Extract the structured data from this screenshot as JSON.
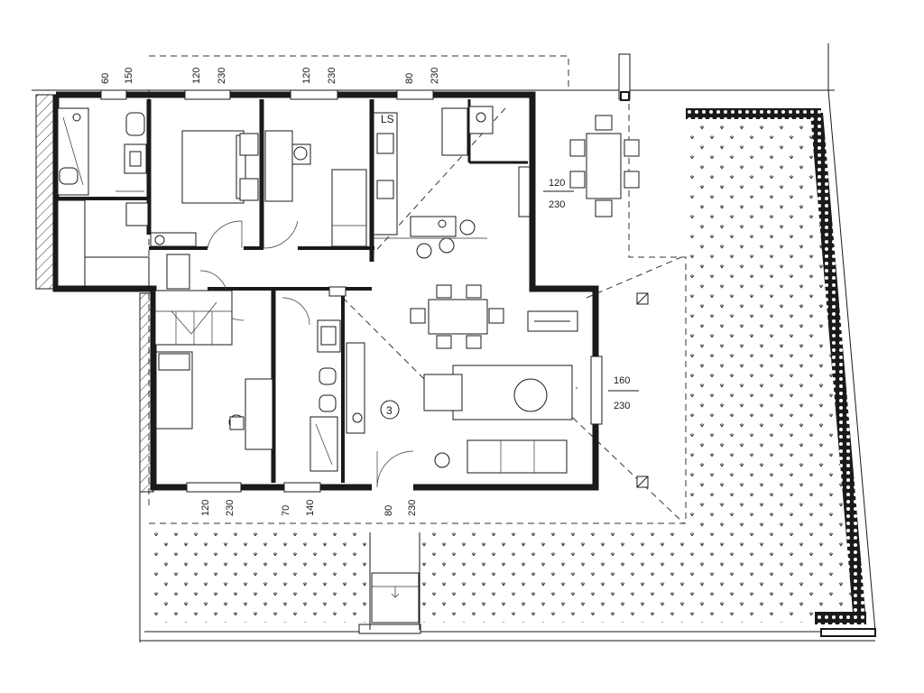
{
  "colors": {
    "line": "#1a1a1a",
    "background": "#ffffff",
    "hedge": "#1a1a1a"
  },
  "room_marker": "3",
  "vertical_dimensions_top": [
    {
      "a": "60",
      "b": "150"
    },
    {
      "a": "120",
      "b": "230"
    },
    {
      "a": "120",
      "b": "230"
    },
    {
      "a": "80",
      "b": "230"
    }
  ],
  "vertical_dimensions_bottom": [
    {
      "a": "120",
      "b": "230"
    },
    {
      "a": "70",
      "b": "140"
    },
    {
      "a": "80",
      "b": "230"
    }
  ],
  "horizontal_dimensions": [
    {
      "a": "120",
      "b": "230"
    },
    {
      "a": "160",
      "b": "230"
    }
  ],
  "kitchen_label": "LS"
}
